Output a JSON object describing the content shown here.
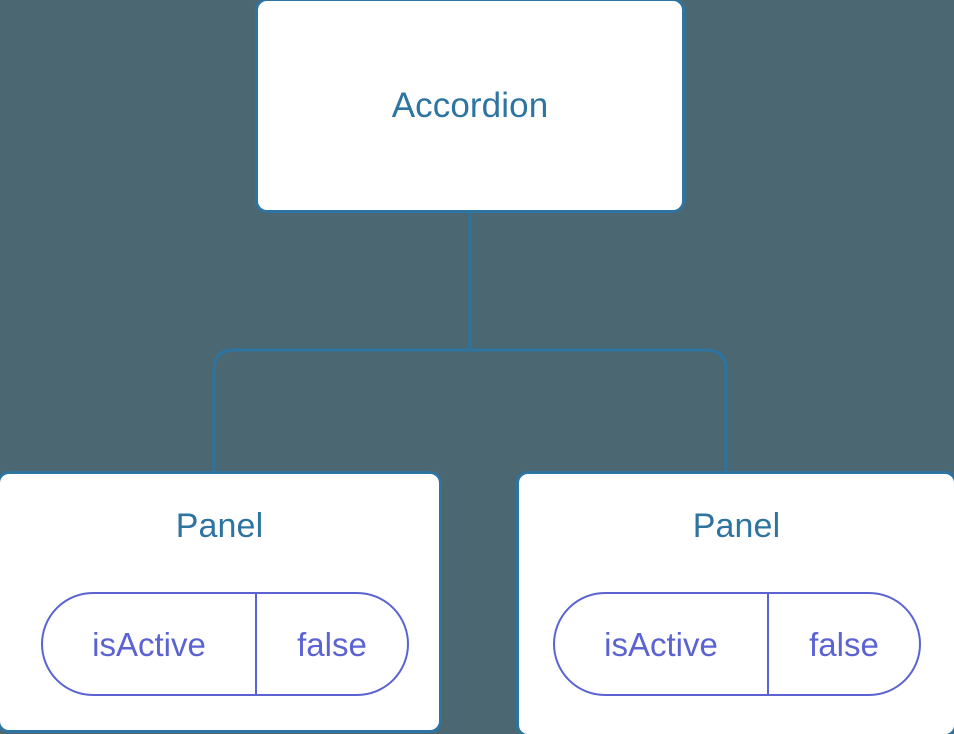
{
  "diagram": {
    "type": "component-tree",
    "background_color": "#4b6872",
    "node_fill_color": "#ffffff",
    "node_border_color": "#2e74a0",
    "node_label_color": "#2e74a0",
    "edge_color": "#2e74a0",
    "prop_color": "#5b63d3",
    "root": {
      "label": "Accordion"
    },
    "children": [
      {
        "label": "Panel",
        "props": [
          {
            "key": "isActive",
            "value": "false"
          }
        ]
      },
      {
        "label": "Panel",
        "props": [
          {
            "key": "isActive",
            "value": "false"
          }
        ]
      }
    ]
  }
}
